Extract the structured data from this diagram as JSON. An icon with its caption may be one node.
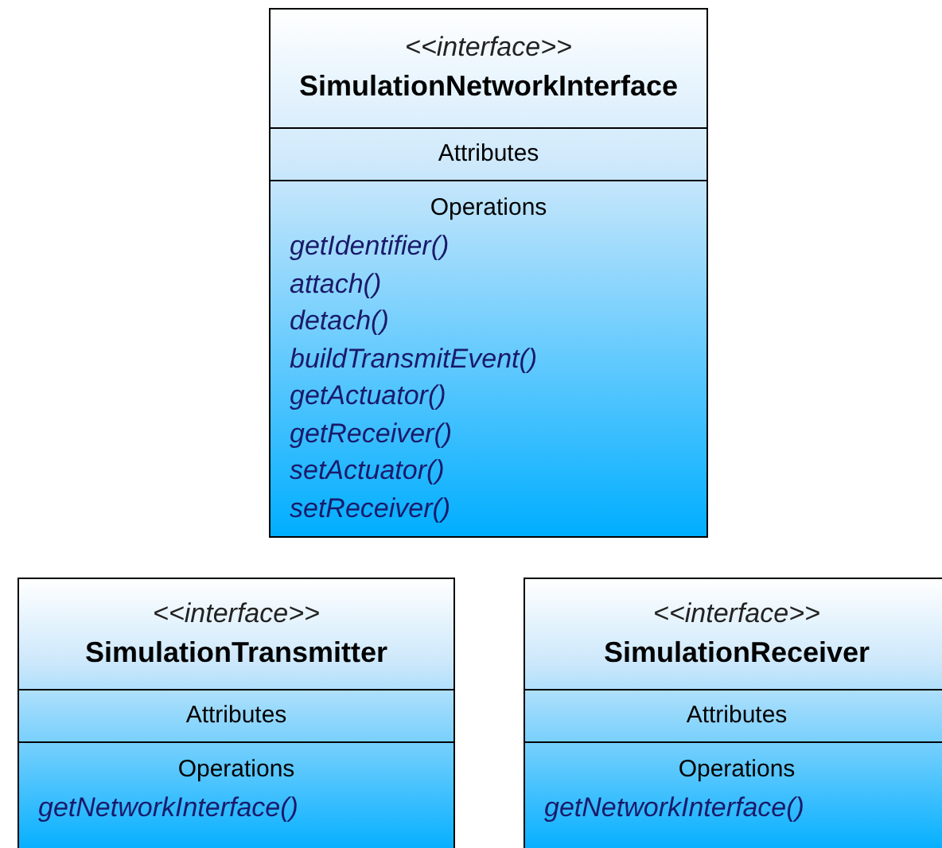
{
  "diagram": {
    "nodes": [
      {
        "text": [
          "<<interface>>",
          "SimulationNetworkInterface",
          "Attributes",
          "Operations",
          "getIdentifier()",
          "attach()",
          "detach()",
          "buildTransmitEvent()",
          "getActuator()",
          "getReceiver()",
          "setActuator()",
          "setReceiver()"
        ]
      },
      {
        "text": [
          "<<interface>>",
          "SimulationTransmitter",
          "Attributes",
          "Operations",
          "getNetworkInterface()"
        ]
      },
      {
        "text": [
          "<<interface>>",
          "SimulationReceiver",
          "Attributes",
          "Operations",
          "getNetworkInterface()"
        ]
      }
    ]
  }
}
